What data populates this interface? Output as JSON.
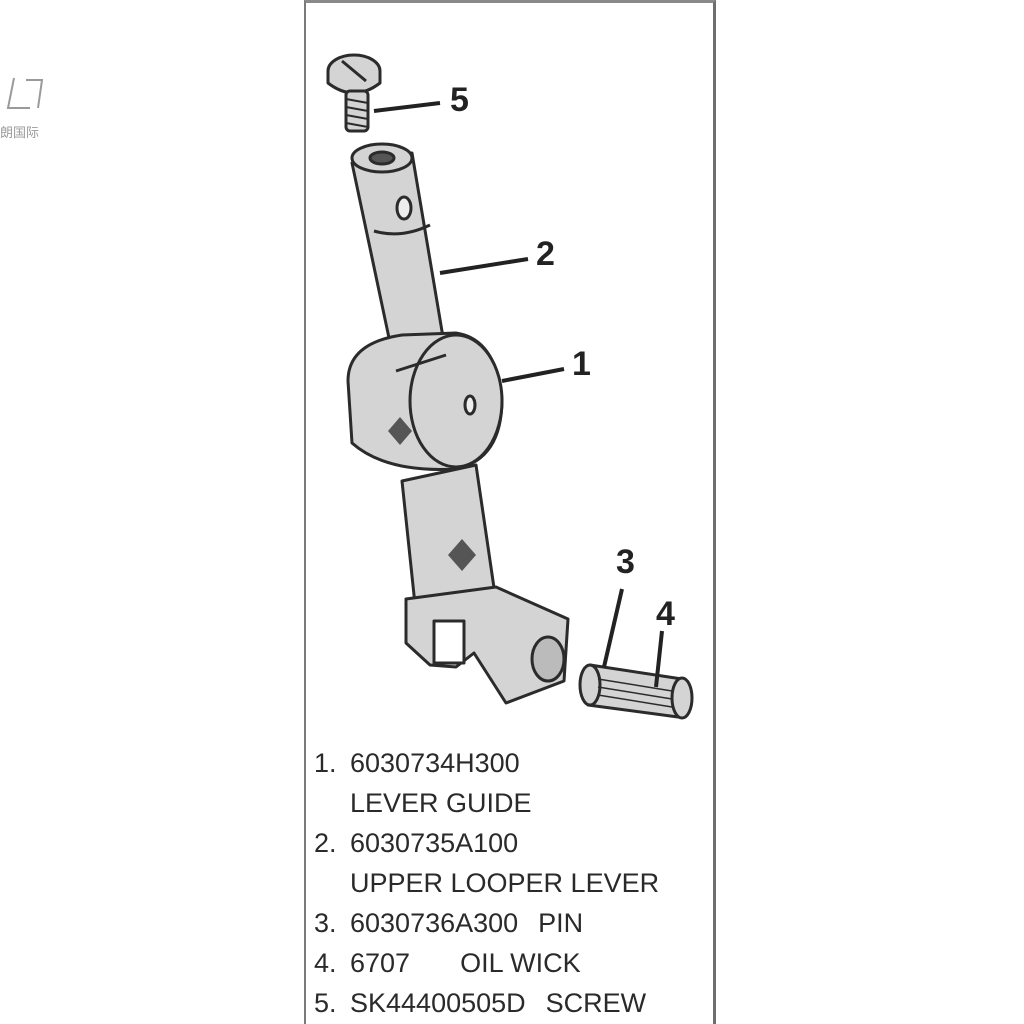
{
  "watermark": {
    "text": "朗国际"
  },
  "diagram": {
    "callouts": [
      "5",
      "2",
      "1",
      "3",
      "4"
    ]
  },
  "parts": [
    {
      "number": "1.",
      "code": "6030734H300",
      "name": "LEVER GUIDE"
    },
    {
      "number": "2.",
      "code": "6030735A100",
      "name": "UPPER LOOPER LEVER"
    },
    {
      "number": "3.",
      "code": "6030736A300",
      "name": "PIN"
    },
    {
      "number": "4.",
      "code": "6707",
      "name": "OIL WICK"
    },
    {
      "number": "5.",
      "code": "SK44400505D",
      "name": "SCREW"
    }
  ],
  "colors": {
    "part_fill": "#d4d4d4",
    "part_stroke": "#2b2b2b",
    "text": "#2a2a2a"
  }
}
